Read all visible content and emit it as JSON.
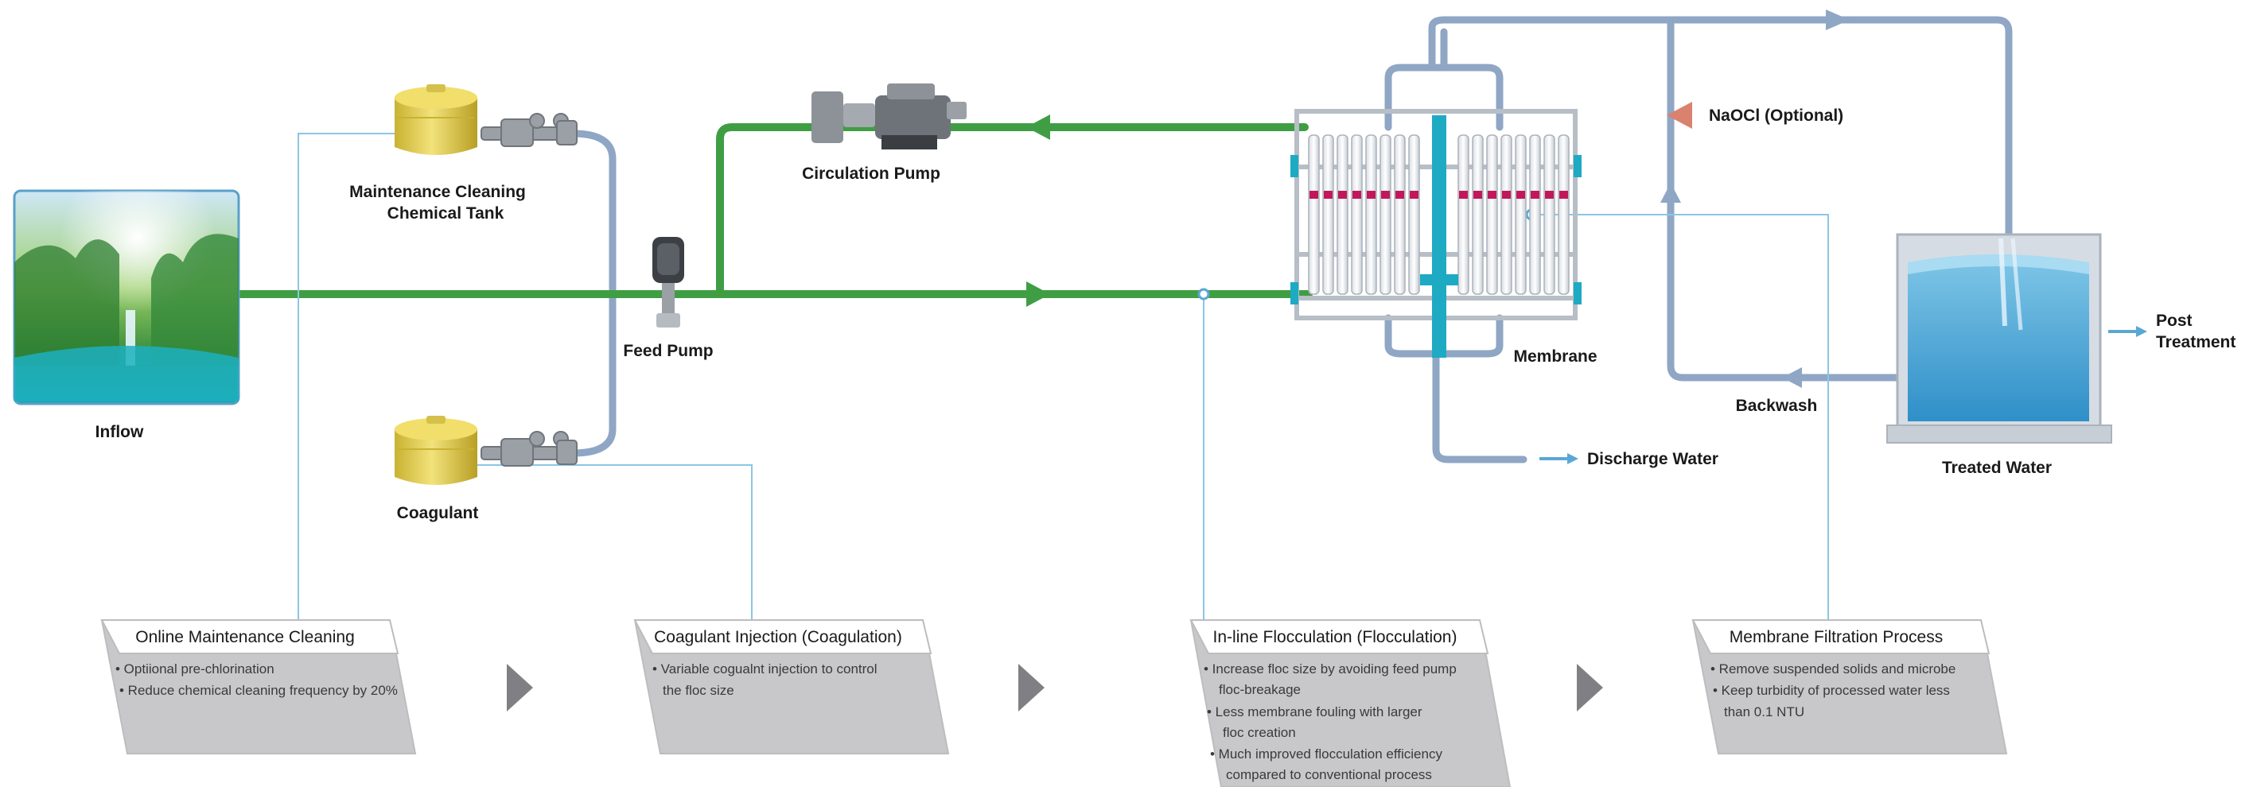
{
  "labels": {
    "inflow": "Inflow",
    "maintenance_tank": [
      "Maintenance Cleaning",
      "Chemical Tank"
    ],
    "coagulant": "Coagulant",
    "feed_pump": "Feed Pump",
    "circulation_pump": "Circulation Pump",
    "membrane": "Membrane",
    "naocl": "NaOCl (Optional)",
    "backwash": "Backwash",
    "treated_water": "Treated Water",
    "post_treatment": [
      "Post",
      "Treatment"
    ],
    "discharge_water": "Discharge Water"
  },
  "steps": [
    {
      "title": "Online Maintenance Cleaning",
      "lines": [
        "• Optiional pre-chlorination",
        "• Reduce chemical cleaning frequency by 20%"
      ]
    },
    {
      "title": "Coagulant Injection (Coagulation)",
      "lines": [
        "• Variable cogualnt injection to control",
        "the floc size"
      ]
    },
    {
      "title": "In-line Flocculation (Flocculation)",
      "lines": [
        "• Increase floc size by avoiding feed pump",
        "floc-breakage",
        "• Less membrane fouling with larger",
        "floc creation",
        "• Much improved flocculation efficiency",
        "compared to conventional process"
      ]
    },
    {
      "title": "Membrane Filtration Process",
      "lines": [
        "• Remove suspended solids and microbe",
        "• Keep turbidity of processed water less",
        "than 0.1 NTU"
      ]
    }
  ],
  "colors": {
    "green_pipe": "#3f9e44",
    "blue_pipe": "#8fa6c4",
    "callout_line": "#8cc6e4",
    "card_fill": "#c8c8ca",
    "step_arrow": "#808084",
    "naocl_marker": "#d9826e",
    "tank": "#e7d24c"
  }
}
